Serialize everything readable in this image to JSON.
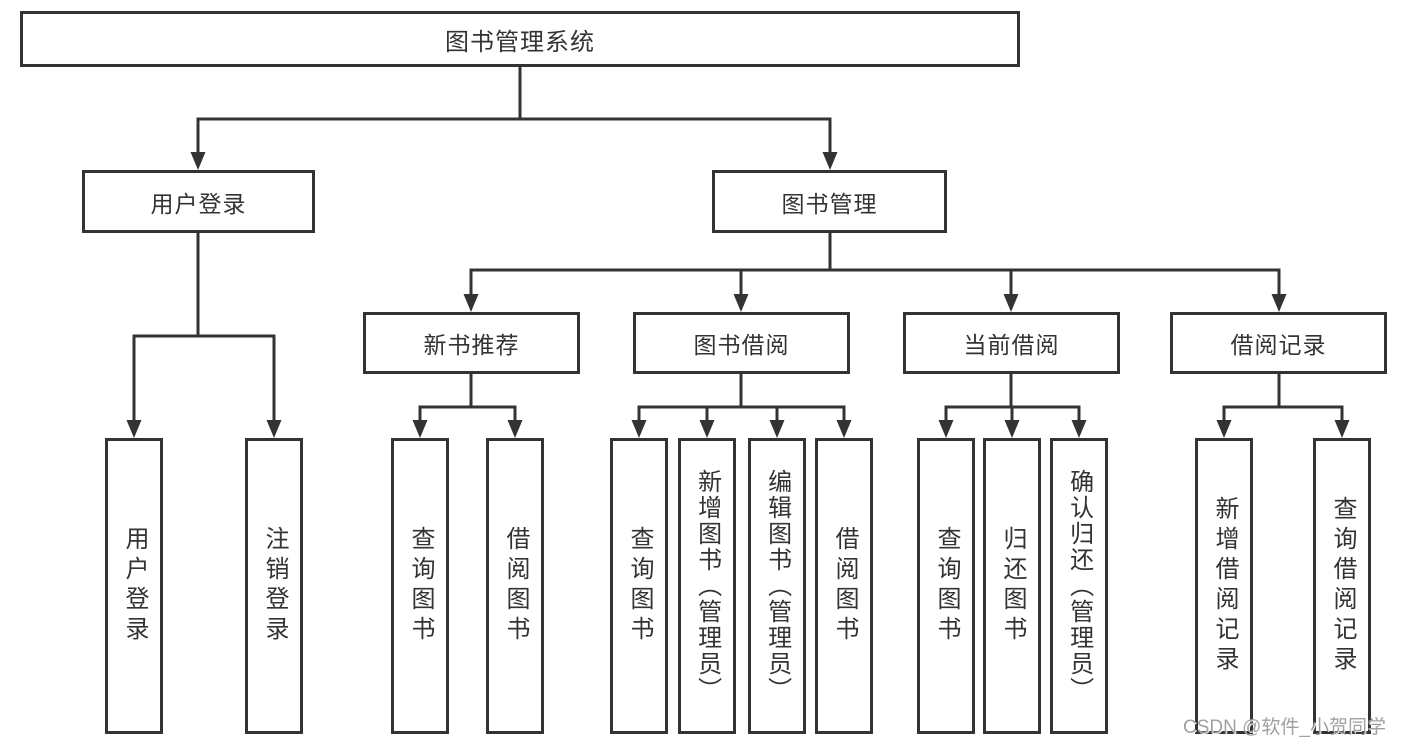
{
  "diagram": {
    "type": "hierarchy-tree",
    "root": {
      "label": "图书管理系统"
    },
    "level2": [
      {
        "label": "用户登录"
      },
      {
        "label": "图书管理"
      }
    ],
    "level3": [
      {
        "label": "新书推荐",
        "parent": "图书管理"
      },
      {
        "label": "图书借阅",
        "parent": "图书管理"
      },
      {
        "label": "当前借阅",
        "parent": "图书管理"
      },
      {
        "label": "借阅记录",
        "parent": "图书管理"
      }
    ],
    "leaves": [
      {
        "label": "用户登录",
        "parent": "用户登录"
      },
      {
        "label": "注销登录",
        "parent": "用户登录"
      },
      {
        "label": "查询图书",
        "parent": "新书推荐"
      },
      {
        "label": "借阅图书",
        "parent": "新书推荐"
      },
      {
        "label": "查询图书",
        "parent": "图书借阅"
      },
      {
        "label": "新增图书（管理员）",
        "parent": "图书借阅"
      },
      {
        "label": "编辑图书（管理员）",
        "parent": "图书借阅"
      },
      {
        "label": "借阅图书",
        "parent": "图书借阅"
      },
      {
        "label": "查询图书",
        "parent": "当前借阅"
      },
      {
        "label": "归还图书",
        "parent": "当前借阅"
      },
      {
        "label": "确认归还（管理员）",
        "parent": "当前借阅"
      },
      {
        "label": "新增借阅记录",
        "parent": "借阅记录"
      },
      {
        "label": "查询借阅记录",
        "parent": "借阅记录"
      }
    ]
  },
  "watermark": {
    "text": "CSDN @软件_小贺同学"
  },
  "colors": {
    "line": "#333333",
    "box_border": "#333333",
    "box_fill": "#ffffff",
    "text": "#333333",
    "background": "#ffffff",
    "watermark": "#989898"
  }
}
